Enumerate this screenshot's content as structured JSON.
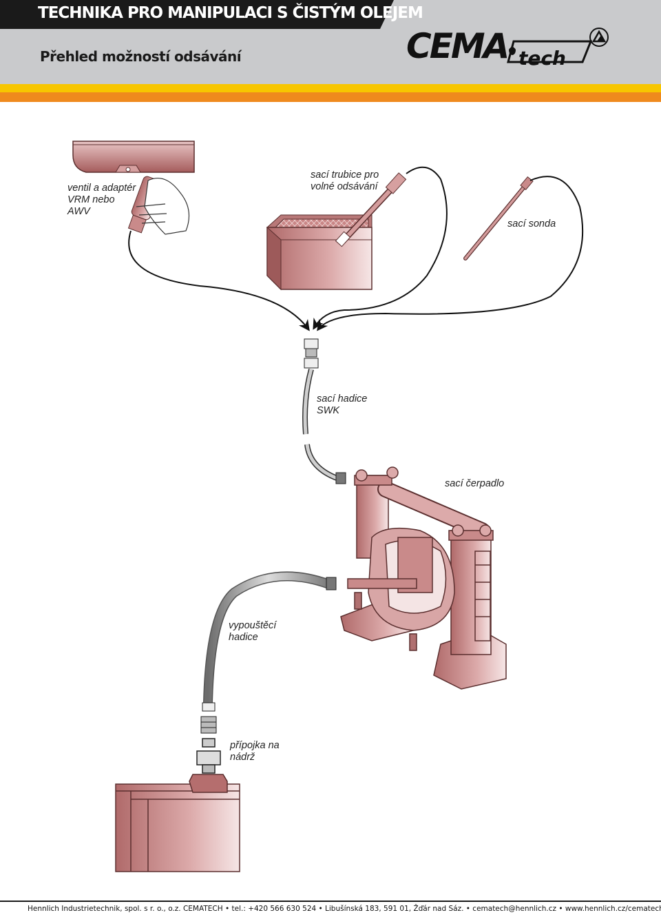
{
  "header": {
    "title": "TECHNIKA PRO MANIPULACI S ČISTÝM OLEJEM",
    "subtitle": "Přehled možností odsávání",
    "logo_main": "CEMA",
    "logo_tech": "tech"
  },
  "labels": {
    "ventil_line1": "ventil a adaptér",
    "ventil_line2": "VRM nebo",
    "ventil_line3": "AWV",
    "trubice_line1": "sací trubice pro",
    "trubice_line2": "volné odsávání",
    "sonda": "sací sonda",
    "hadice_line1": "sací hadice",
    "hadice_line2": "SWK",
    "cerpadlo": "sací čerpadlo",
    "vypoustec_line1": "vypouštěcí",
    "vypoustec_line2": "hadice",
    "pripojka_line1": "přípojka na",
    "pripojka_line2": "nádrž"
  },
  "footer": {
    "text": "Hennlich Industrietechnik, spol. s r. o., o.z. CEMATECH • tel.: +420 566 630 524 • Libušínská 183, 591 01, Žďár nad Sáz. • cematech@hennlich.cz • www.hennlich.cz/cematech"
  },
  "colors": {
    "header_gray": "#c9cacc",
    "title_tab": "#1a1a1a",
    "stripe_yellow": "#f7c600",
    "stripe_orange": "#ef8a1d",
    "equipment": "#c98a8a",
    "equipment_dark": "#8a4a4a"
  }
}
